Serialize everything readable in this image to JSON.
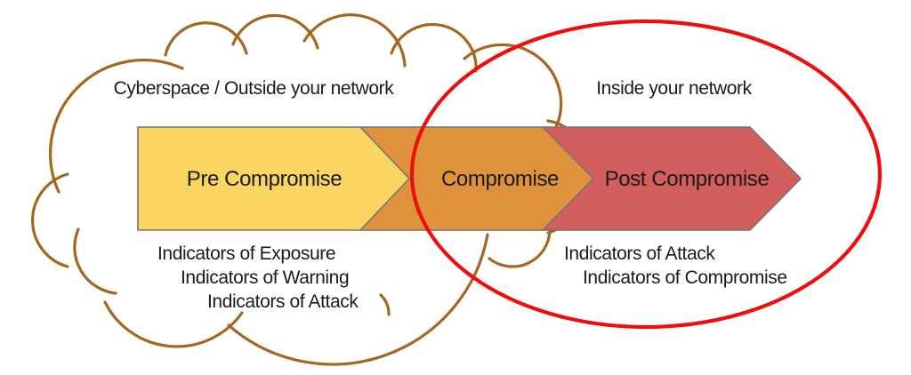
{
  "title": "Pre/Post Compromise indicator zones diagram",
  "zones": {
    "outside_label": "Cyberspace / Outside your network",
    "inside_label": "Inside your network"
  },
  "arrows": [
    {
      "label": "Pre Compromise",
      "color": "#FAD561"
    },
    {
      "label": "Compromise",
      "color": "#E0913C"
    },
    {
      "label": "Post Compromise",
      "color": "#D35E5E"
    }
  ],
  "outside_indicators": [
    "Indicators of Exposure",
    "Indicators of Warning",
    "Indicators of Attack"
  ],
  "inside_indicators": [
    "Indicators of Attack",
    "Indicators of Compromise"
  ],
  "colors": {
    "cloud": "#A5661E",
    "ellipse": "#EE0E0E",
    "border": "#757575",
    "text": "#1B1B1B",
    "background": "#FFFFFF"
  }
}
